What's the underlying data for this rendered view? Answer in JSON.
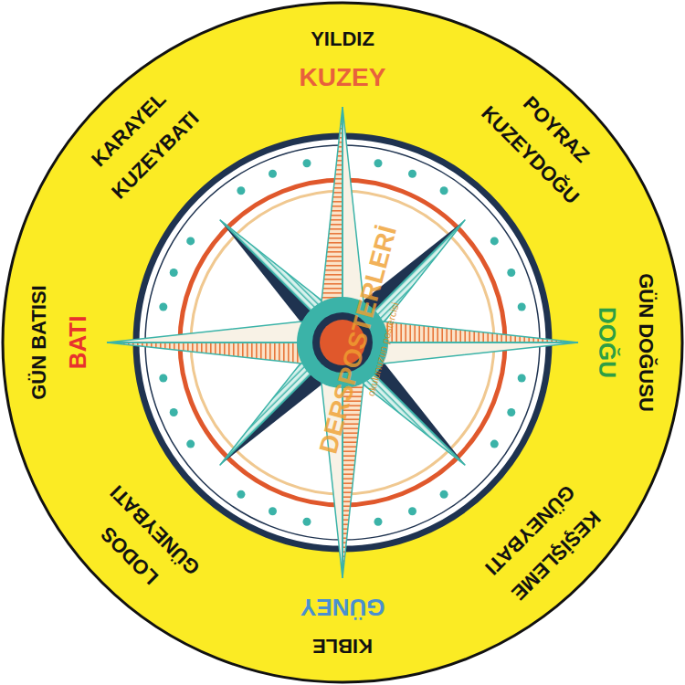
{
  "diagram": {
    "labels": [
      "YILDIZ",
      "KUZEY",
      "POYRAZ",
      "KUZEYDOĞU",
      "GÜN DOĞUSU",
      "DOĞU",
      "KEŞİŞLEME",
      "GÜNEYBATI",
      "KIBLE",
      "GÜNEY",
      "LODOS",
      "GÜNEYBATI",
      "GÜN BATISI",
      "BATI",
      "KARAYEL",
      "KUZEYBATI",
      "DERSPOSTERLERİ",
      "okulunuzun postercisi"
    ]
  }
}
